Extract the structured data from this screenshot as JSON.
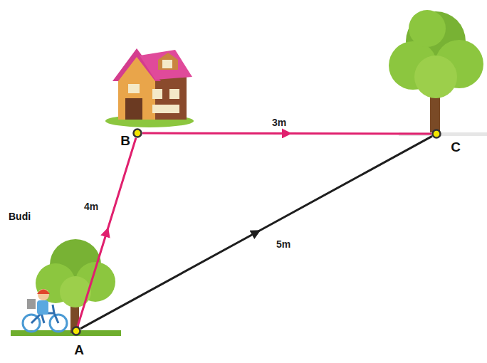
{
  "diagram": {
    "nodes": [
      {
        "text": [
          "B"
        ]
      },
      {
        "text": [
          "C"
        ]
      },
      {
        "text": [
          "A"
        ]
      }
    ],
    "edges": [
      {
        "from": 2,
        "to": 0,
        "arrow": "to",
        "label": "4m"
      },
      {
        "from": 0,
        "to": 1,
        "arrow": "to",
        "label": "3m"
      },
      {
        "from": 2,
        "to": 1,
        "arrow": "to",
        "label": "5m"
      }
    ],
    "labels": [
      "Budi"
    ]
  }
}
